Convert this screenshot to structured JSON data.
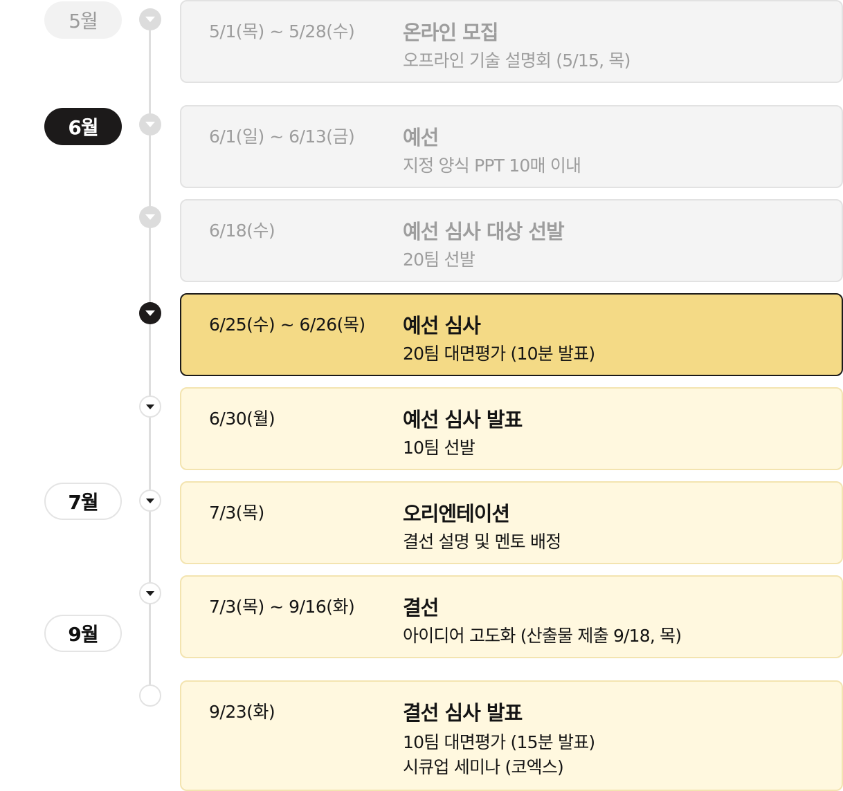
{
  "months": [
    {
      "label": "5월",
      "state": "past"
    },
    {
      "label": "6월",
      "state": "current"
    },
    {
      "label": "7월",
      "state": "future"
    },
    {
      "label": "9월",
      "state": "future"
    }
  ],
  "events": [
    {
      "date": "5/1(목) ~ 5/28(수)",
      "title": "온라인 모집",
      "desc": [
        "오프라인 기술 설명회 (5/15, 목)"
      ],
      "state": "past"
    },
    {
      "date": "6/1(일) ~ 6/13(금)",
      "title": "예선",
      "desc": [
        "지정 양식 PPT 10매 이내"
      ],
      "state": "past"
    },
    {
      "date": "6/18(수)",
      "title": "예선 심사 대상 선발",
      "desc": [
        "20팀 선발"
      ],
      "state": "past"
    },
    {
      "date": "6/25(수) ~ 6/26(목)",
      "title": "예선 심사",
      "desc": [
        "20팀 대면평가 (10분 발표)"
      ],
      "state": "current"
    },
    {
      "date": "6/30(월)",
      "title": "예선 심사 발표",
      "desc": [
        "10팀 선발"
      ],
      "state": "upcoming"
    },
    {
      "date": "7/3(목)",
      "title": "오리엔테이션",
      "desc": [
        "결선 설명 및 멘토 배정"
      ],
      "state": "upcoming"
    },
    {
      "date": "7/3(목) ~ 9/16(화)",
      "title": "결선",
      "desc": [
        "아이디어 고도화 (산출물 제출 9/18, 목)"
      ],
      "state": "upcoming"
    },
    {
      "date": "9/23(화)",
      "title": "결선 심사 발표",
      "desc": [
        "10팀 대면평가 (15분 발표)",
        "시큐업 세미나 (코엑스)"
      ],
      "state": "upcoming"
    }
  ],
  "icons": {
    "past_marker": "chevron-down-icon",
    "current_marker": "chevron-down-icon",
    "upcoming_marker": "chevron-down-icon",
    "final_marker": "empty-circle-icon"
  },
  "colors": {
    "current_card": "#f4da86",
    "upcoming_card": "#fff8df",
    "past_card": "#f4f4f4",
    "current_month": "#1c1a1a"
  }
}
